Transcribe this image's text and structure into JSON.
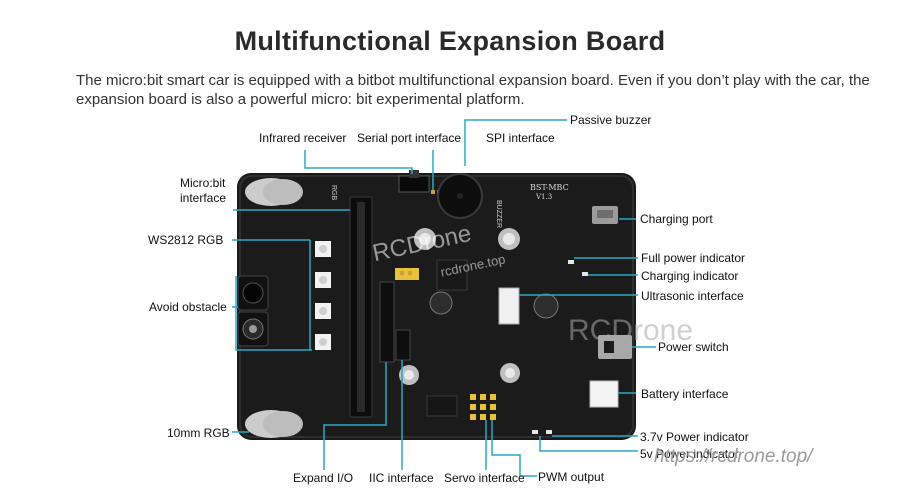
{
  "title": "Multifunctional Expansion Board",
  "description": "The micro:bit smart car is equipped with a bitbot multifunctional expansion board. Even if you don’t play with the car, the expansion board is also a powerful micro: bit experimental platform.",
  "board": {
    "model_text": "BST-MBC",
    "version_text": "V1.3",
    "buzzer_text": "BUZZER",
    "rgb_text": "RGB"
  },
  "labels": {
    "infrared_receiver": "Infrared receiver",
    "serial_port": "Serial port interface",
    "spi": "SPI interface",
    "passive_buzzer": "Passive buzzer",
    "microbit_line1": "Micro:bit",
    "microbit_line2": "interface",
    "ws2812": "WS2812 RGB",
    "avoid_obstacle": "Avoid obstacle",
    "rgb_10mm": "10mm RGB",
    "expand_io": "Expand I/O",
    "iic": "IIC interface",
    "servo": "Servo interface",
    "pwm": "PWM output",
    "charging_port": "Charging port",
    "full_power": "Full power indicator",
    "charging_indicator": "Charging indicator",
    "ultrasonic": "Ultrasonic interface",
    "power_switch": "Power switch",
    "battery": "Battery interface",
    "power_37v": "3.7v Power indicator",
    "power_5v": "5v Power indicator"
  },
  "watermark": {
    "brand_a": "RCDrone",
    "brand_b": "RCDrone",
    "url_small": "rcdrone.top",
    "url_large": "https://rcdrone.top/"
  },
  "colors": {
    "leader_line": "#2aa7c6",
    "board": "#1b1b1b",
    "pin_gold": "#c9a13b",
    "header_yellow": "#e8c23a"
  }
}
